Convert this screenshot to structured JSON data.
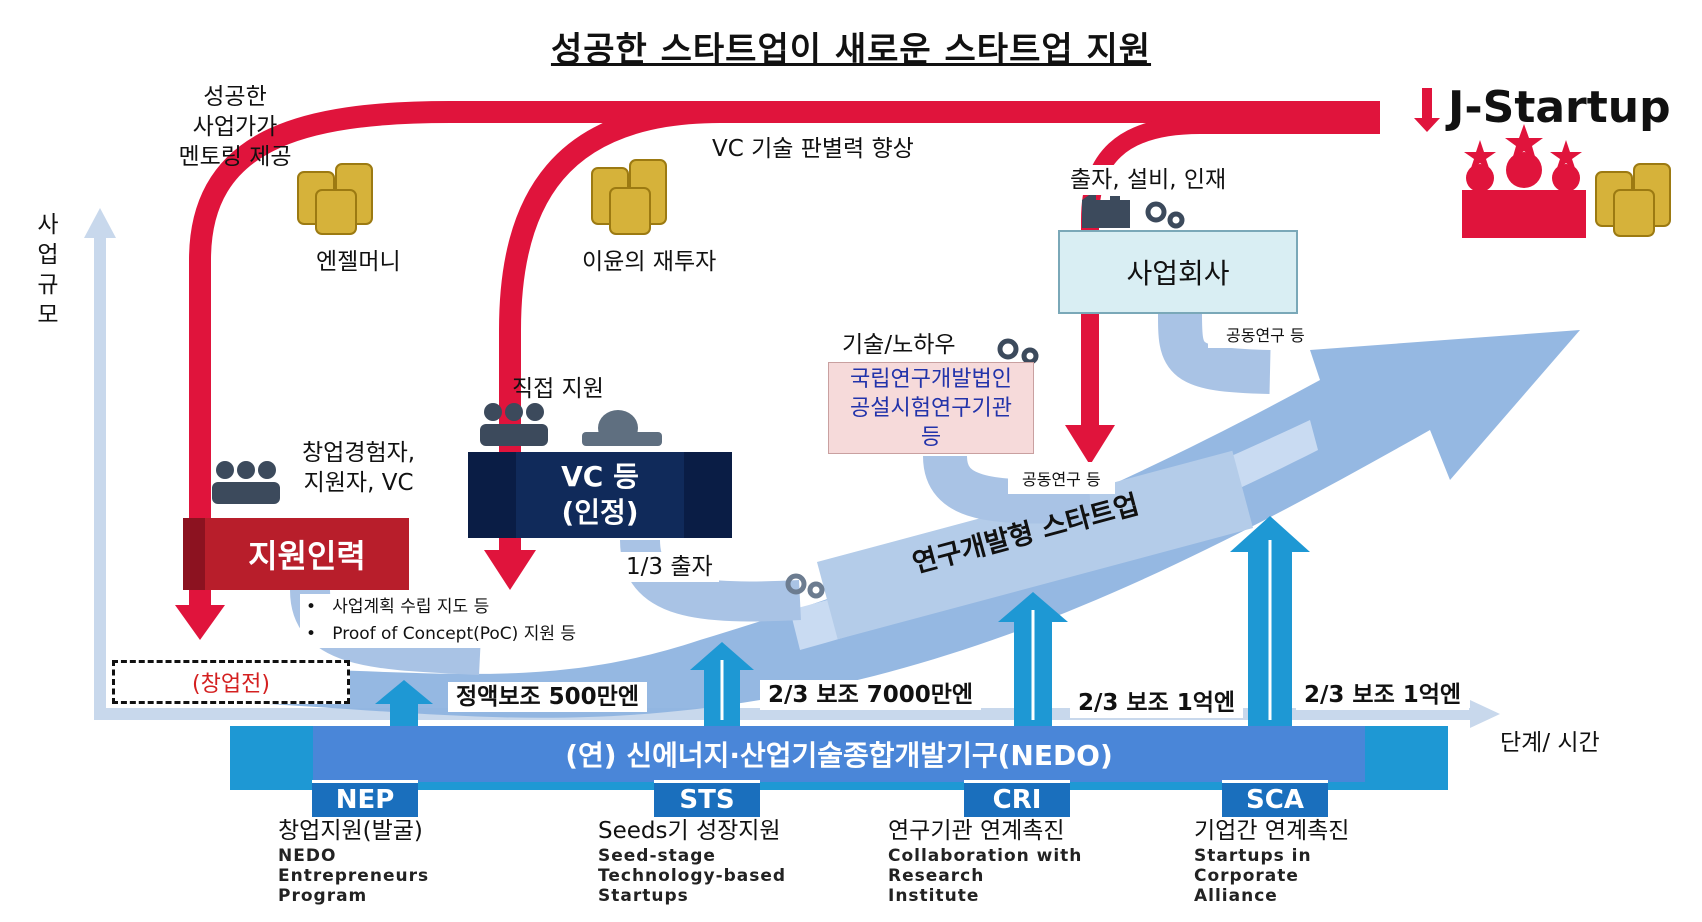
{
  "title": "성공한 스타트업이 새로운 스타트업 지원",
  "labels": {
    "mentoring": [
      "성공한",
      "사업가가",
      "멘토링 제공"
    ],
    "angel": "엔젤머니",
    "reinvest": "이윤의 재투자",
    "vc_skill": "VC 기술 판별력 향상",
    "investment": "출자, 설비, 인재",
    "y_axis": [
      "사",
      "업",
      "규",
      "모"
    ],
    "x_axis": "단계/ 시간",
    "direct_support": "직접 지원",
    "experienced": [
      "창업경험자,",
      "지원자, VC"
    ],
    "tech_knowhow": "기술/노하우",
    "joint_research_1": "공동연구 등",
    "joint_research_2": "공동연구 등",
    "one_third": "1/3 출자",
    "bullets": [
      "사업계획 수립 지도 등",
      "Proof of Concept(PoC) 지원 등"
    ],
    "rd_startup": "연구개발형 스타트업"
  },
  "boxes": {
    "support_staff": "지원인력",
    "vc_line1": "VC 등",
    "vc_line2": "(인정)",
    "company": "사업회사",
    "institute": [
      "국립연구개발법인",
      "공설시험연구기관",
      "등"
    ],
    "pre_startup": "(창업전)"
  },
  "subsidies": [
    "정액보조 500만엔",
    "2/3 보조 7000만엔",
    "2/3 보조 1억엔",
    "2/3 보조 1억엔"
  ],
  "nedo": "(연) 신에너지·산업기술종합개발기구(NEDO)",
  "programs": [
    {
      "code": "NEP",
      "korean": "창업지원(발굴)",
      "english": [
        "NEDO",
        "Entrepreneurs",
        "Program"
      ]
    },
    {
      "code": "STS",
      "korean": "Seeds기 성장지원",
      "english": [
        "Seed-stage",
        "Technology-based",
        "Startups"
      ]
    },
    {
      "code": "CRI",
      "korean": "연구기관 연계촉진",
      "english": [
        "Collaboration with",
        "Research",
        "Institute"
      ]
    },
    {
      "code": "SCA",
      "korean": "기업간 연계촉진",
      "english": [
        "Startups in",
        "Corporate",
        "Alliance"
      ]
    }
  ],
  "brand": "J-Startup",
  "colors": {
    "red": "#e0143c",
    "navy": "#102a5a",
    "light_blue": "#8fb4e0",
    "nedo_blue": "#1e98d4",
    "prog_blue": "#1a6fbd"
  },
  "icons": [
    "coin-stack-icon",
    "people-icon",
    "money-bag-icon",
    "factory-icon",
    "gear-icon",
    "star-people-icon"
  ]
}
